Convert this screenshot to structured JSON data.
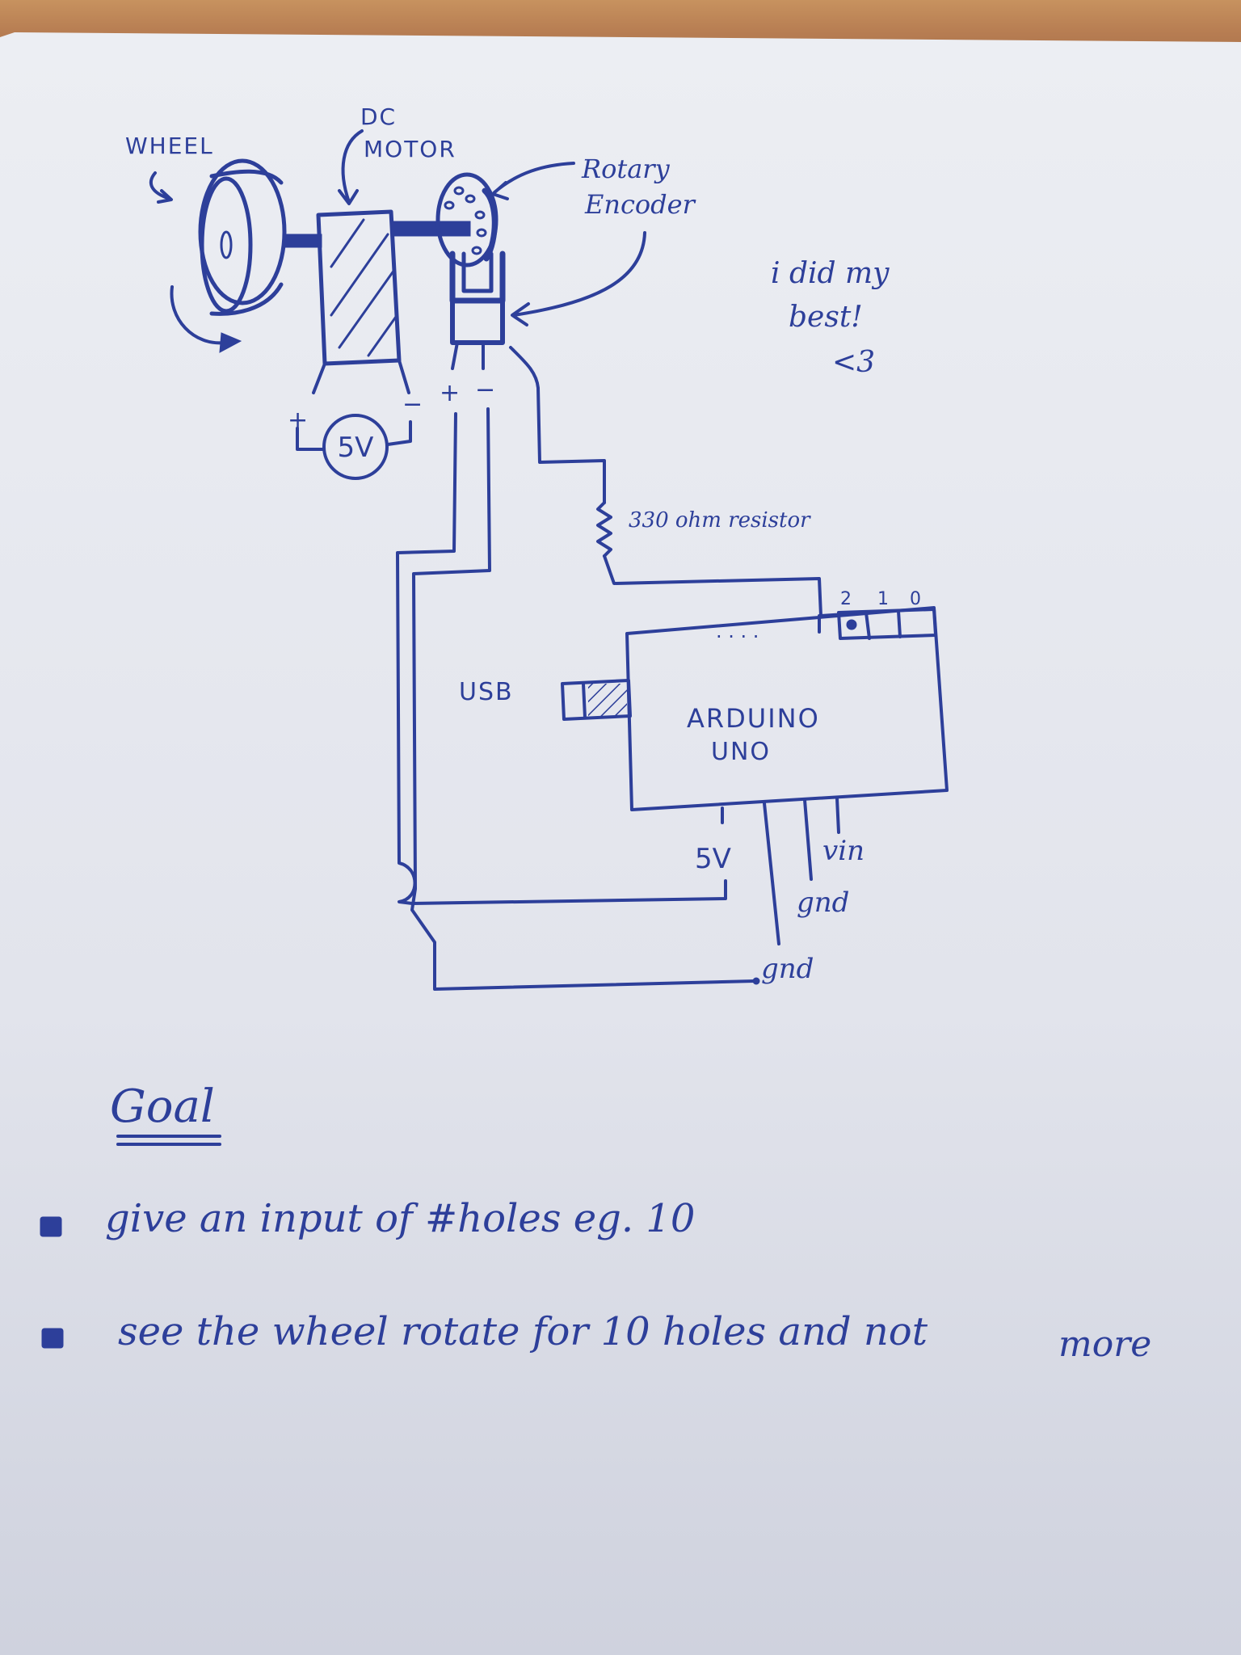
{
  "diagram": {
    "labels": {
      "wheel": "WHEEL",
      "dc_motor_line1": "DC",
      "dc_motor_line2": "MOTOR",
      "encoder_line1": "Rotary",
      "encoder_line2": "Encoder",
      "motor_supply": "5V",
      "motor_plus": "+",
      "motor_minus": "−",
      "encoder_plus": "+",
      "encoder_minus": "−",
      "resistor": "330 ohm resistor",
      "pin_2": "2",
      "pin_1": "1",
      "pin_0": "0",
      "pins_ellipsis": "· · · ·",
      "usb": "USB",
      "arduino_line1": "ARDUINO",
      "arduino_line2": "UNO",
      "arduino_5v": "5V",
      "arduino_vin": "vin",
      "arduino_gnd_1": "gnd",
      "arduino_gnd_2": "gnd"
    },
    "note": {
      "line1": "i did my",
      "line2": "best!",
      "line3": "<3"
    }
  },
  "goal": {
    "heading": "Goal",
    "items": [
      {
        "text": "give an input of #holes  eg. 10"
      },
      {
        "text": "see the wheel rotate for 10 holes and not",
        "continuation": "more"
      }
    ]
  },
  "colors": {
    "ink": "#2d3f9a",
    "paper": "#e4e5ec",
    "table": "#a8714b"
  }
}
